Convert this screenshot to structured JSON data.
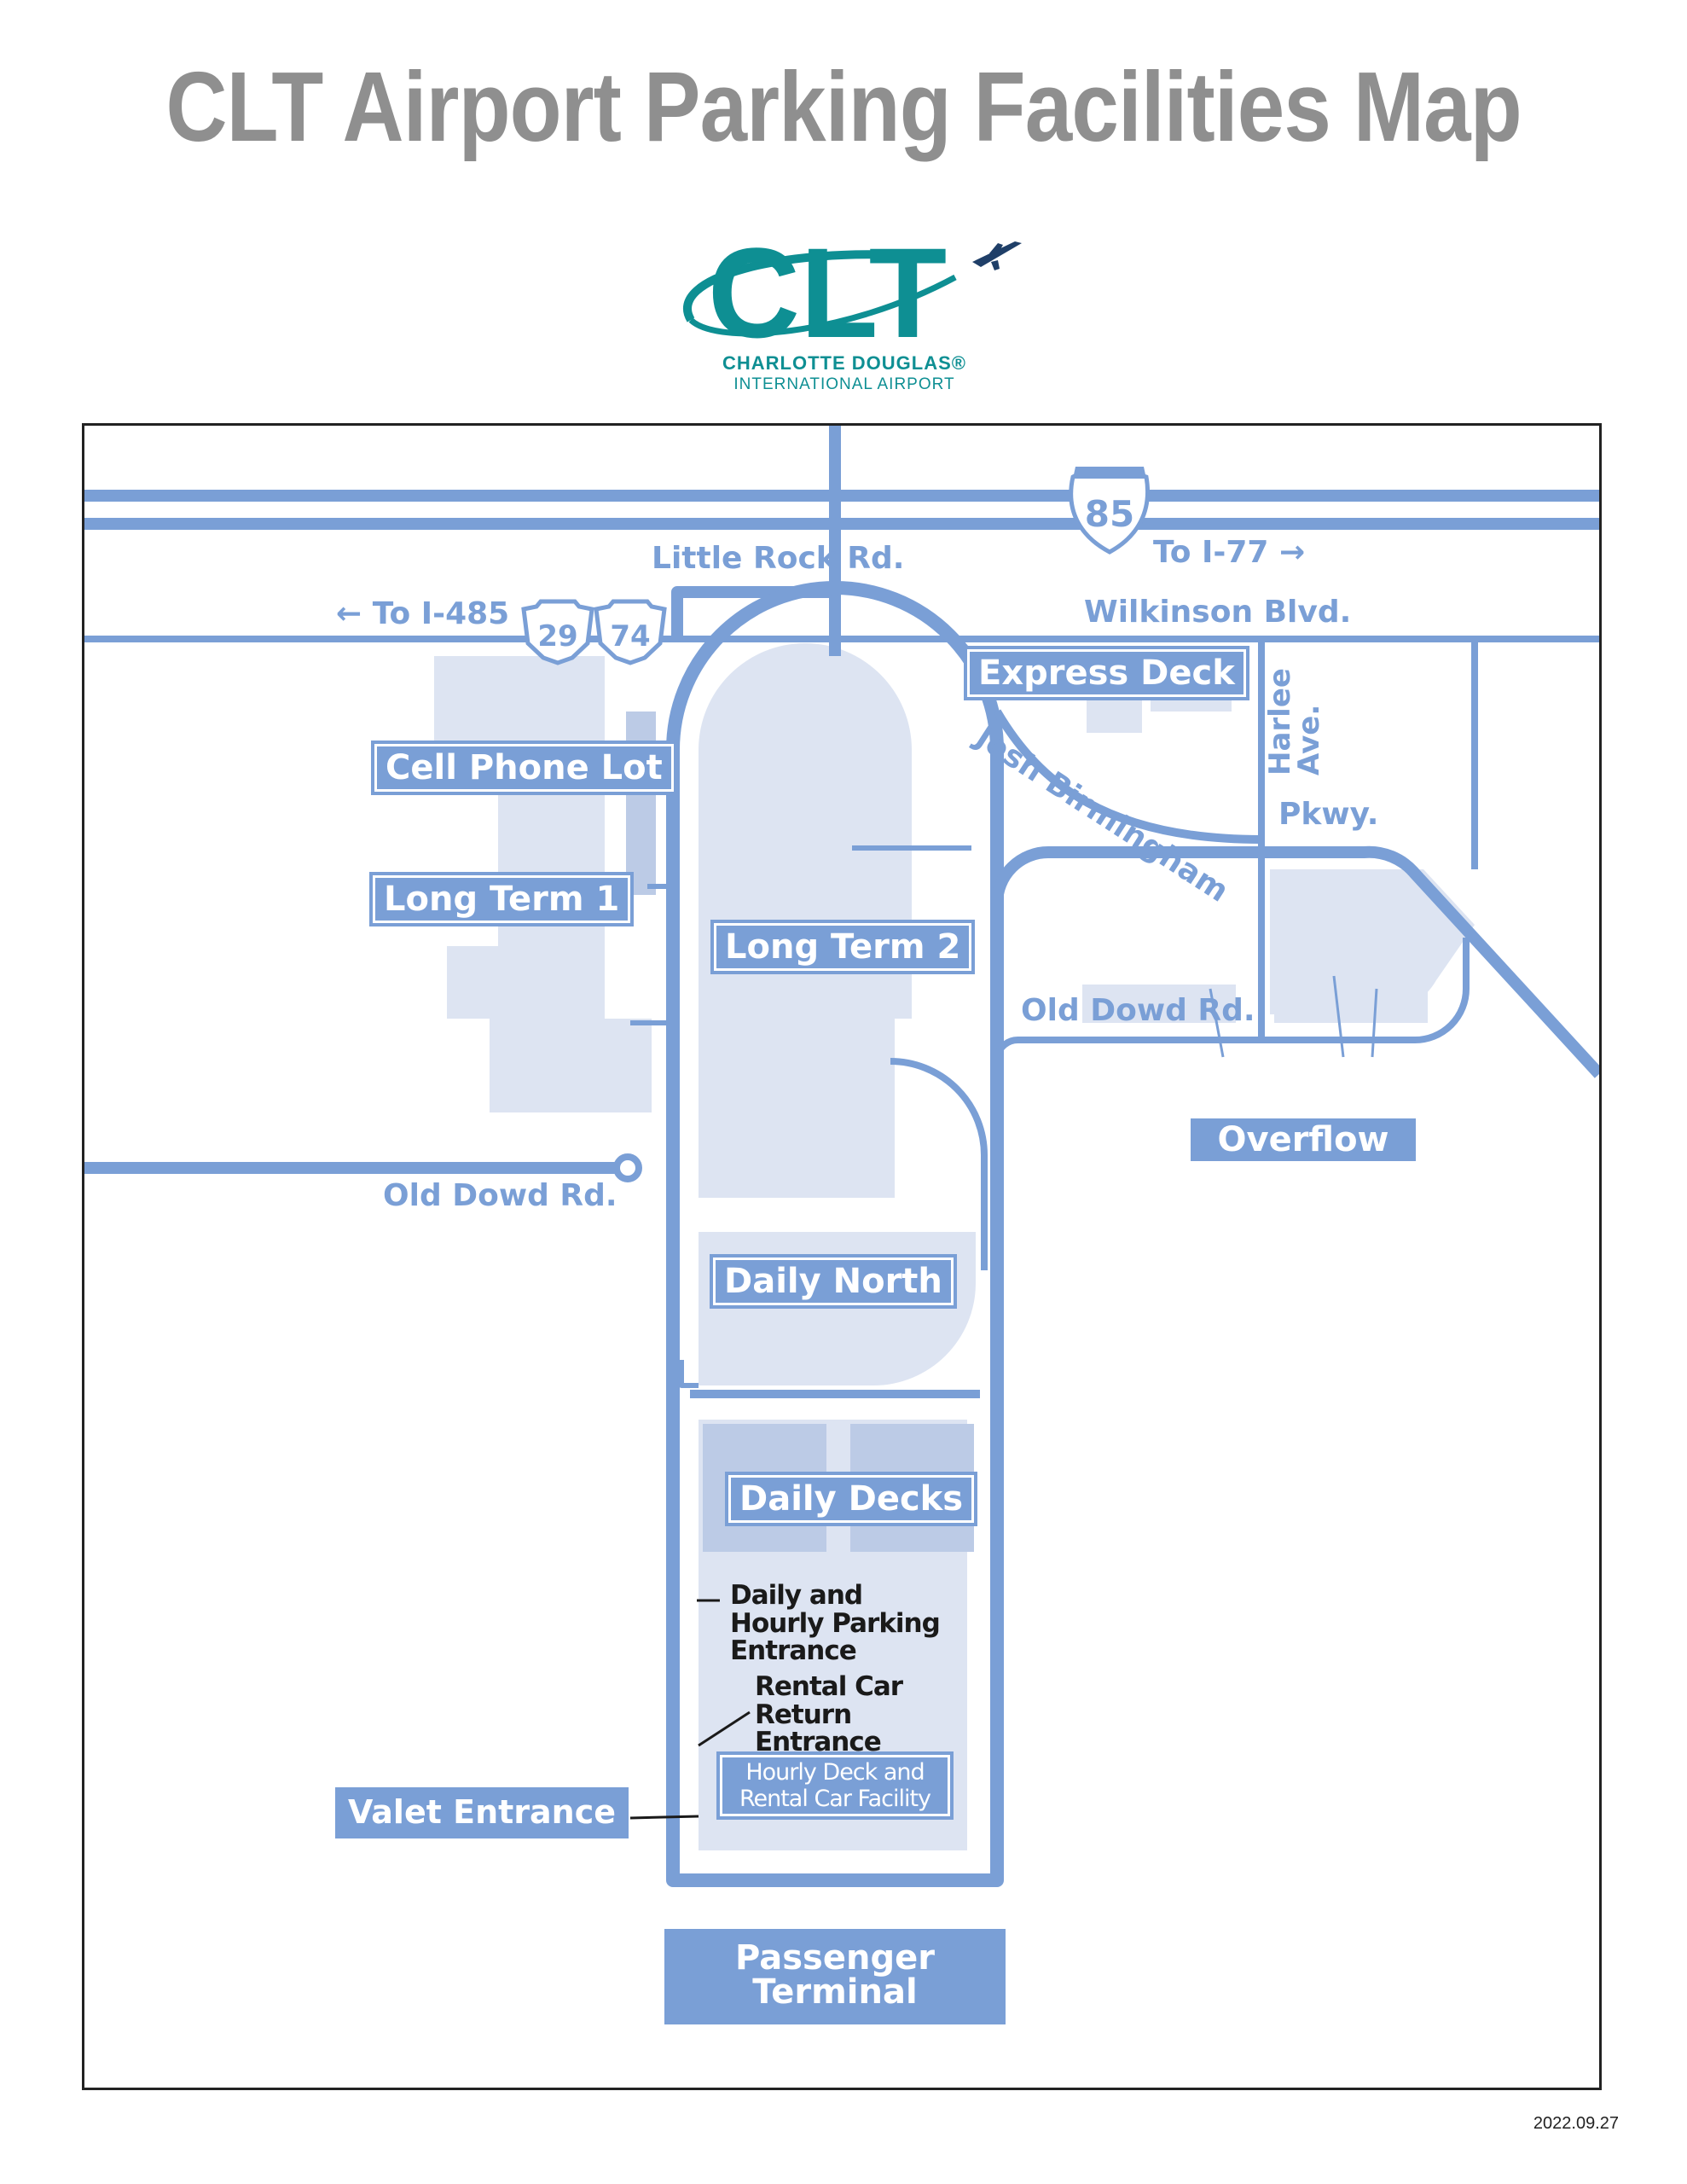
{
  "title": "CLT Airport Parking Facilities Map",
  "logo": {
    "letters": "CLT",
    "line1": "CHARLOTTE DOUGLAS®",
    "line2": "INTERNATIONAL AIRPORT"
  },
  "shields": {
    "interstate": "85",
    "us_route_a": "29",
    "us_route_b": "74"
  },
  "roads": {
    "little_rock": "Little Rock  Rd.",
    "to_i485": "← To I-485",
    "to_i77": "To I-77 →",
    "wilkinson": "Wilkinson Blvd.",
    "josh_birmingham": "Josh Birmingham",
    "pkwy": "Pkwy.",
    "harlee": "Harlee Ave.",
    "old_dowd_east": "Old Dowd Rd.",
    "old_dowd_west": "Old Dowd Rd."
  },
  "facilities": {
    "express_deck": "Express Deck",
    "cell_phone_lot": "Cell Phone Lot",
    "long_term_1": "Long Term 1",
    "long_term_2": "Long Term 2",
    "overflow": "Overflow",
    "daily_north": "Daily North",
    "daily_decks": "Daily Decks",
    "hourly_deck": "Hourly Deck and Rental Car Facility",
    "valet_entrance": "Valet Entrance",
    "passenger_terminal": "Passenger Terminal"
  },
  "notes": {
    "daily_hourly_entrance": "Daily and Hourly Parking Entrance",
    "rental_return": "Rental Car Return Entrance"
  },
  "date_stamp": "2022.09.27",
  "colors": {
    "road": "#7a9fd6",
    "lot": "#dde4f2",
    "deck": "#bccbe6",
    "label_bg": "#7a9fd6",
    "title": "#8f8f8f",
    "logo": "#0e8f93",
    "plane": "#1f3f68"
  }
}
